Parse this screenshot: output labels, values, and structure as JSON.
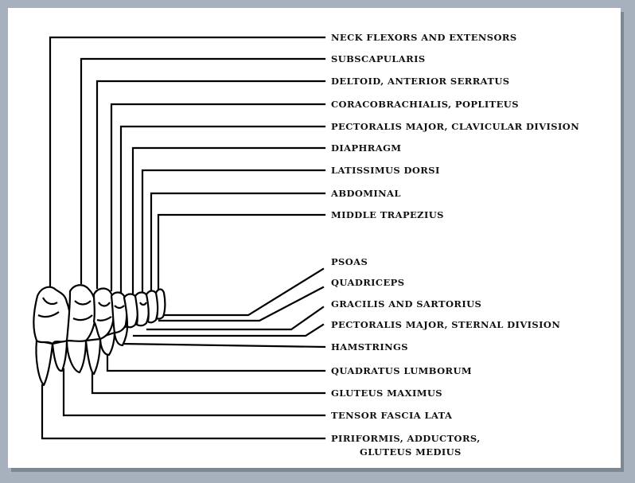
{
  "diagram": {
    "upper_labels": [
      "NECK FLEXORS AND EXTENSORS",
      "SUBSCAPULARIS",
      "DELTOID, ANTERIOR SERRATUS",
      "CORACOBRACHIALIS, POPLITEUS",
      "PECTORALIS MAJOR, CLAVICULAR DIVISION",
      "DIAPHRAGM",
      "LATISSIMUS DORSI",
      "ABDOMINAL",
      "MIDDLE TRAPEZIUS"
    ],
    "lower_labels": [
      "PSOAS",
      "QUADRICEPS",
      "GRACILIS AND SARTORIUS",
      "PECTORALIS MAJOR, STERNAL DIVISION",
      "HAMSTRINGS",
      "QUADRATUS LUMBORUM",
      "GLUTEUS MAXIMUS",
      "TENSOR FASCIA LATA",
      "PIRIFORMIS, ADDUCTORS,",
      "GLUTEUS MEDIUS"
    ]
  }
}
